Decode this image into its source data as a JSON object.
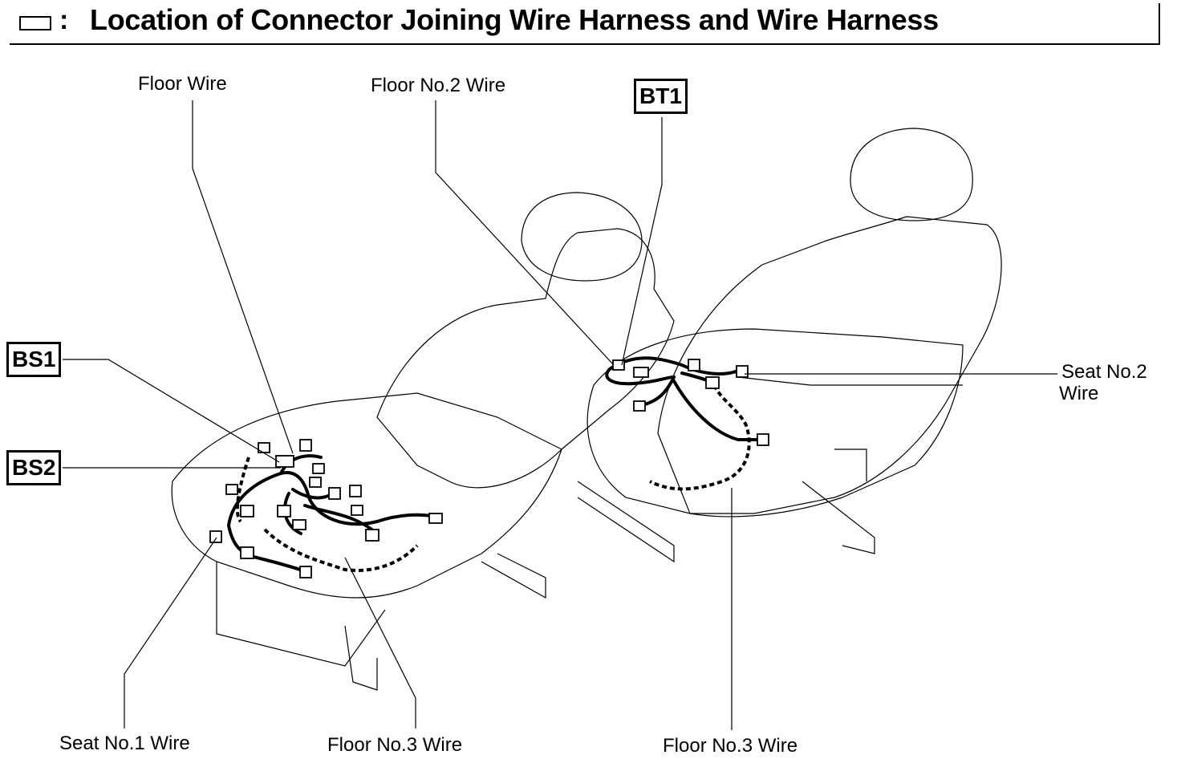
{
  "header": {
    "legend_symbol": "rectangle-icon",
    "colon": ":",
    "title": "Location of Connector Joining Wire Harness and Wire Harness"
  },
  "labels": {
    "floor_wire": "Floor Wire",
    "floor_no2_wire": "Floor No.2 Wire",
    "seat_no2_wire_line1": "Seat No.2",
    "seat_no2_wire_line2": "Wire",
    "seat_no1_wire": "Seat No.1 Wire",
    "floor_no3_wire_left": "Floor No.3 Wire",
    "floor_no3_wire_right": "Floor No.3 Wire"
  },
  "connector_codes": {
    "bt1": "BT1",
    "bs1": "BS1",
    "bs2": "BS2"
  }
}
